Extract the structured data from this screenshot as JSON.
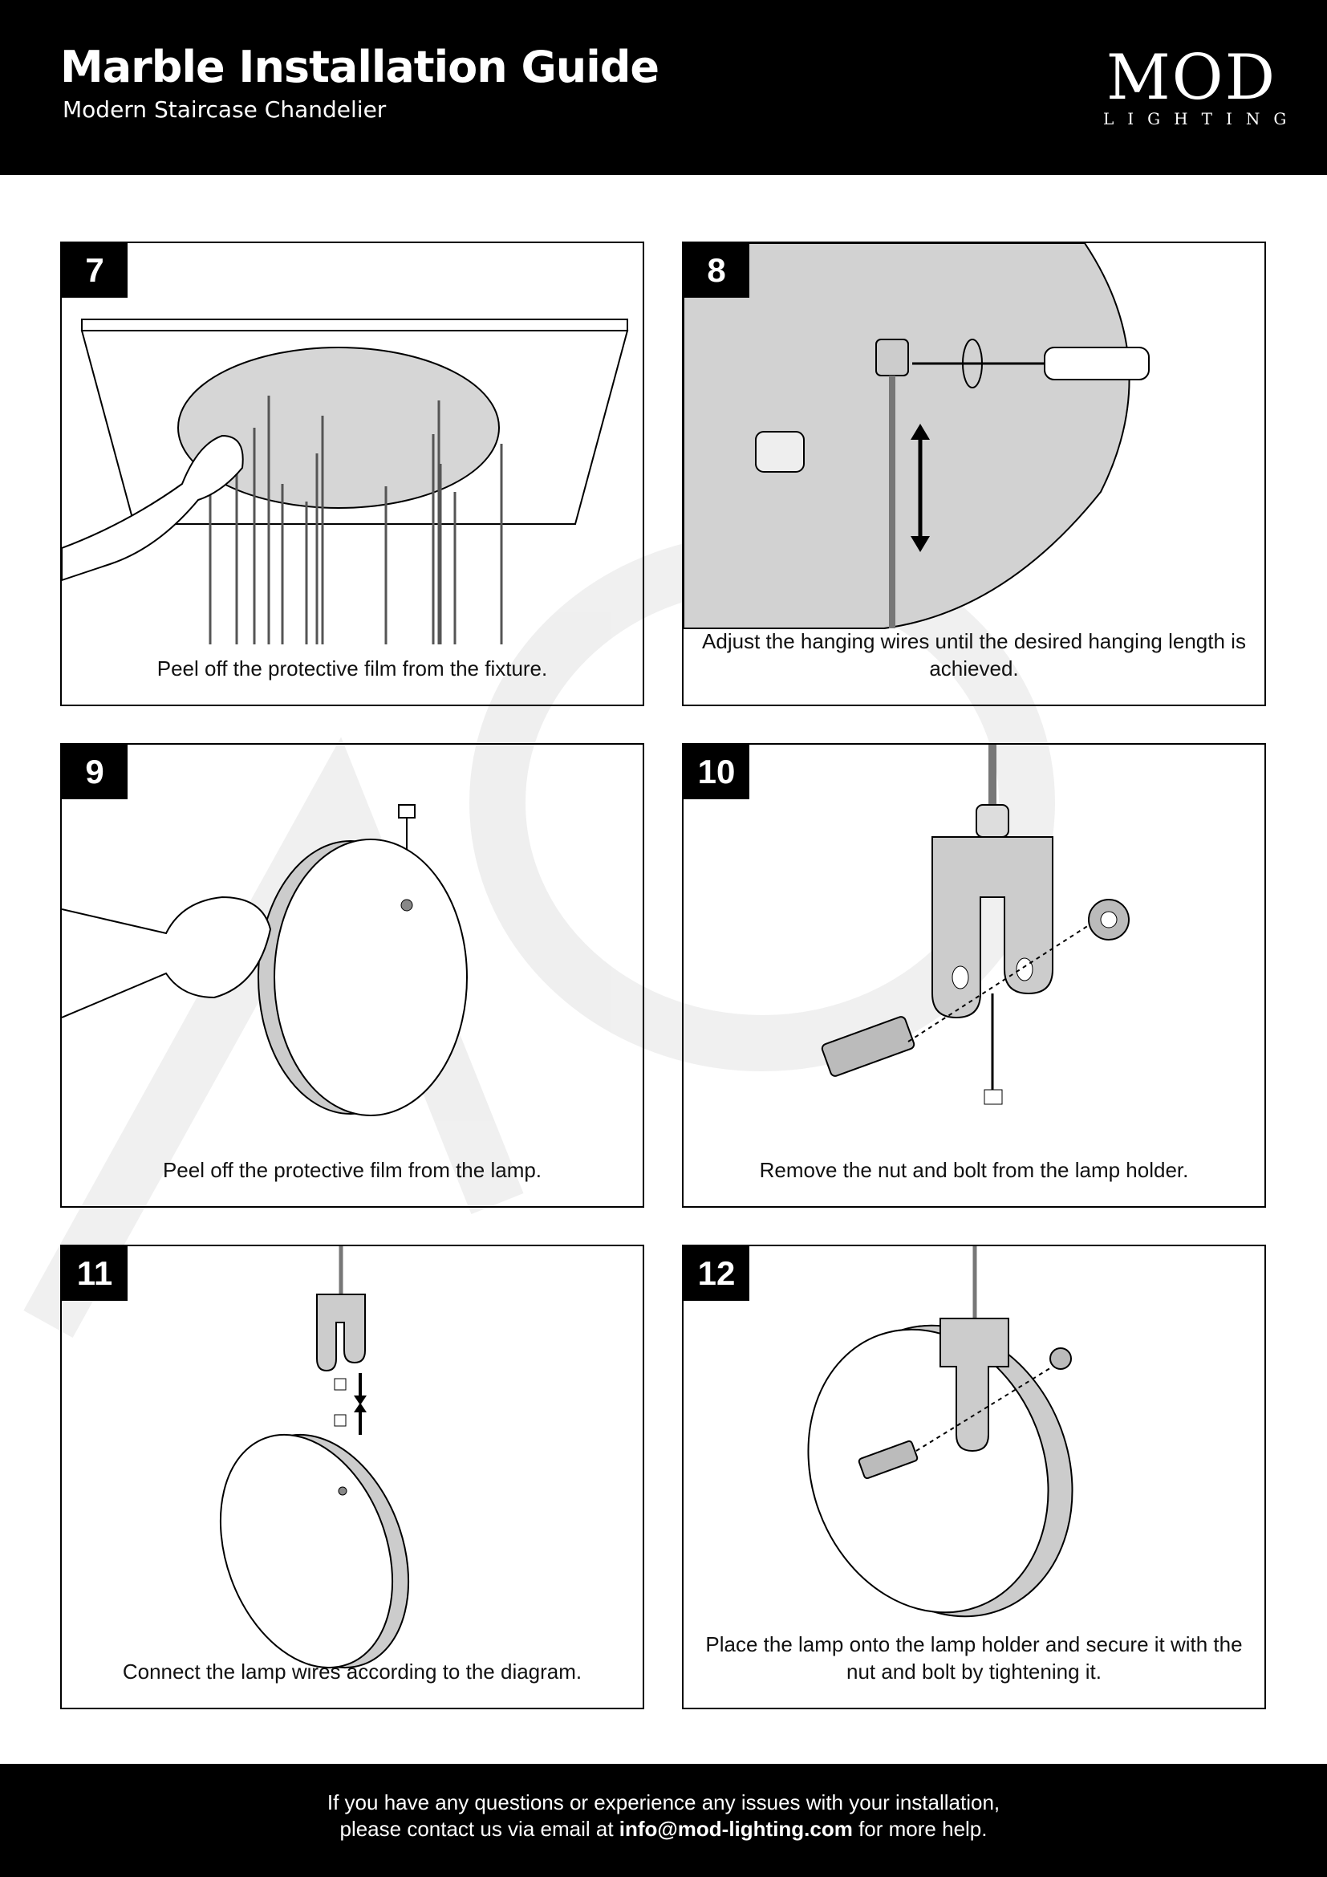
{
  "header": {
    "title": "Marble Installation Guide",
    "subtitle": "Modern Staircase Chandelier",
    "logo": {
      "main": "MOD",
      "sub": "LIGHTING"
    }
  },
  "steps": [
    {
      "number": "7",
      "caption": "Peel off the protective film from the fixture."
    },
    {
      "number": "8",
      "caption": "Adjust the hanging wires until the desired hanging length is achieved."
    },
    {
      "number": "9",
      "caption": "Peel off the protective film from the lamp."
    },
    {
      "number": "10",
      "caption": "Remove the nut and bolt from the lamp holder."
    },
    {
      "number": "11",
      "caption": "Connect the lamp wires according to the diagram."
    },
    {
      "number": "12",
      "caption": "Place the lamp onto the lamp holder and secure it with the nut and bolt by tightening it."
    }
  ],
  "footer": {
    "line1": "If you have any questions or experience any issues with your installation,",
    "line2_prefix": "please contact us via email at ",
    "email": "info@mod-lighting.com",
    "line2_suffix": " for more help."
  }
}
